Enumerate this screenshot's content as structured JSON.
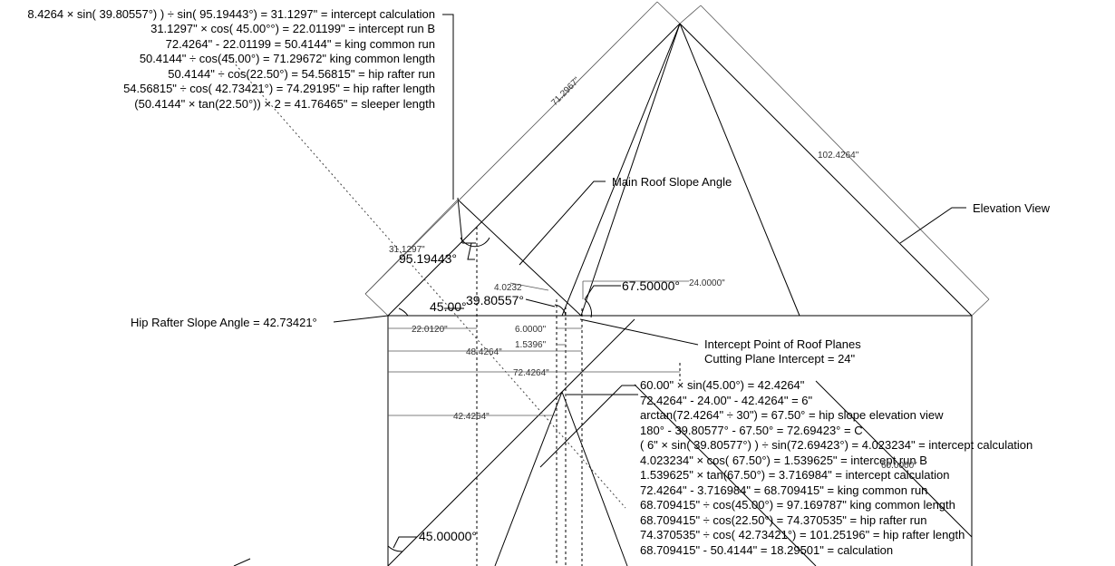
{
  "calcs_top": [
    "8.4264 × sin( 39.80557°) ) ÷ sin( 95.19443°) = 31.1297\" = intercept calculation",
    "31.1297\" × cos( 45.00°°) = 22.01199\" = intercept run B",
    "72.4264\" - 22.01199 = 50.4144\" = king common run",
    "50.4144\" ÷ cos(45.00°) = 71.29672\" king common length",
    "50.4144\" ÷ cos(22.50°) = 54.56815\" = hip rafter run",
    "54.56815\" ÷ cos( 42.73421°) = 74.29195\" = hip rafter length",
    "(50.4144\" × tan(22.50°)) × 2 = 41.76465\" = sleeper length"
  ],
  "calcs_bottom": [
    "60.00\" × sin(45.00°) =  42.4264\"",
    "72.4264\" - 24.00\" - 42.4264\" = 6\"",
    "arctan(72.4264\" ÷ 30\") = 67.50° = hip slope elevation view",
    "180° - 39.80577° - 67.50° = 72.69423° = C",
    "( 6\" × sin( 39.80577°) ) ÷ sin(72.69423°) = 4.023234\" = intercept calculation",
    "4.023234\" × cos( 67.50°) = 1.539625\" = intercept run B",
    "1.539625\" × tan(67.50°) = 3.716984\" = intercept calculation",
    "72.4264\" - 3.716984\" = 68.709415\" = king common run",
    "68.709415\" ÷ cos(45.00°) = 97.169787\" king common length",
    "68.709415\" ÷ cos(22.50°) = 74.370535\" = hip rafter run",
    " 74.370535\" ÷ cos( 42.73421°) = 101.25196\" = hip rafter length",
    "68.709415\" - 50.4144\" = 18.29501\" = calculation"
  ],
  "labels": {
    "main_roof_slope": "Main Roof Slope Angle",
    "elevation_view": "Elevation View",
    "hip_rafter_slope": "Hip Rafter Slope Angle = 42.73421°",
    "intercept_point": "Intercept Point of Roof Planes",
    "cutting_plane": "Cutting Plane Intercept = 24\""
  },
  "angles": {
    "a95": "95.19443°",
    "a45": "45.00°",
    "a39": "39.80557°",
    "a67": "67.50000°",
    "a45b": "45.00000°"
  },
  "dims": {
    "d71": "71.2967\"",
    "d102": "102.4264\"",
    "d31": "31.1297\"",
    "d4": "4.0232",
    "d24": "24.0000\"",
    "d22": "22.0120\"",
    "d6": "6.0000\"",
    "d15": "1.5396\"",
    "d48": "48.4264\"",
    "d72": "72.4264\"",
    "d42": "42.4264\"",
    "d60": "60.0000\""
  }
}
